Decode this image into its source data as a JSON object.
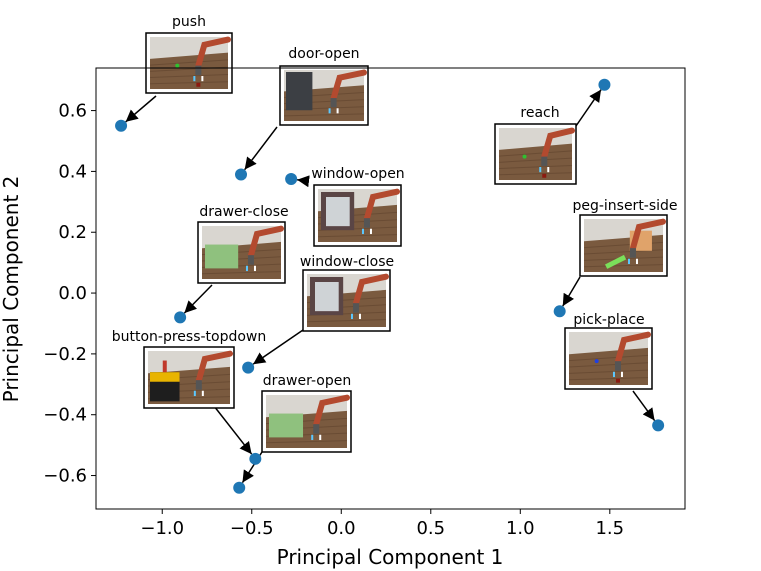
{
  "chart_data": {
    "type": "scatter",
    "title": "",
    "xlabel": "Principal Component 1",
    "ylabel": "Principal Component 2",
    "xlim": [
      -1.37,
      1.92
    ],
    "ylim": [
      -0.71,
      0.74
    ],
    "xticks": [
      -1.0,
      -0.5,
      0.0,
      0.5,
      1.0,
      1.5
    ],
    "xtick_labels": [
      "−1.0",
      "−0.5",
      "0.0",
      "0.5",
      "1.0",
      "1.5"
    ],
    "yticks": [
      -0.6,
      -0.4,
      -0.2,
      0.0,
      0.2,
      0.4,
      0.6
    ],
    "ytick_labels": [
      "−0.6",
      "−0.4",
      "−0.2",
      "0.0",
      "0.2",
      "0.4",
      "0.6"
    ],
    "grid": false,
    "marker_color": "#1f77b4",
    "points": [
      {
        "label": "push",
        "x": -1.23,
        "y": 0.55,
        "scene": "push"
      },
      {
        "label": "door-open",
        "x": -0.56,
        "y": 0.39,
        "scene": "door"
      },
      {
        "label": "window-open",
        "x": -0.28,
        "y": 0.375,
        "scene": "window"
      },
      {
        "label": "reach",
        "x": 1.47,
        "y": 0.685,
        "scene": "reach"
      },
      {
        "label": "drawer-close",
        "x": -0.9,
        "y": -0.08,
        "scene": "drawer"
      },
      {
        "label": "window-close",
        "x": -0.52,
        "y": -0.245,
        "scene": "window"
      },
      {
        "label": "peg-insert-side",
        "x": 1.22,
        "y": -0.06,
        "scene": "peg"
      },
      {
        "label": "pick-place",
        "x": 1.77,
        "y": -0.435,
        "scene": "pickplace"
      },
      {
        "label": "button-press-topdown",
        "x": -0.48,
        "y": -0.545,
        "scene": "button"
      },
      {
        "label": "drawer-open",
        "x": -0.57,
        "y": -0.64,
        "scene": "drawer"
      }
    ]
  },
  "colors": {
    "marker": "#1f77b4",
    "arm": "#b34a2f",
    "floor": "#7a5a3f",
    "frame": "#000000"
  }
}
